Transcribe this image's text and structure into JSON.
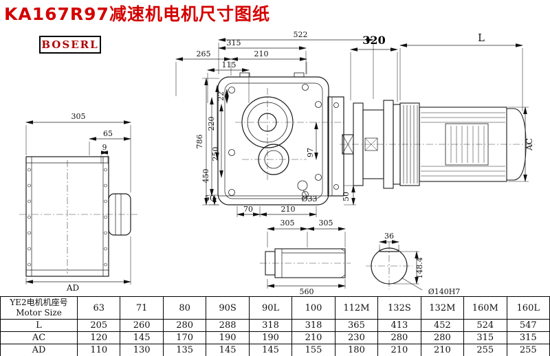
{
  "title": "KA167R97减速机电机尺寸图纸",
  "brand": "BOSERL",
  "colors": {
    "title": "#d40000",
    "brand": "#b00000",
    "line": "#1a1a1a"
  },
  "dims": {
    "d315": "315",
    "d522": "522",
    "d265": "265",
    "d210_top": "210",
    "d115": "115",
    "d786": "786",
    "d450": "450",
    "d220": "220",
    "d250": "250",
    "d22": "22",
    "d97": "97",
    "d50_bl": "50",
    "d70": "70",
    "d210_bot": "210",
    "d33": "Ø33",
    "d50_br": "50",
    "d320": "320",
    "dL": "L",
    "dAC": "AC",
    "d305_side": "305",
    "d65": "65",
    "d9": "9",
    "dAD": "AD",
    "d305_a": "305",
    "d305_b": "305",
    "d560": "560",
    "d36": "36",
    "d148": "148.4",
    "d140": "Ø140H7"
  },
  "table": {
    "row_header_line1": "YE2电机机座号",
    "row_header_line2": "Motor Size",
    "sizes": [
      "63",
      "71",
      "80",
      "90S",
      "90L",
      "100",
      "112M",
      "132S",
      "132M",
      "160M",
      "160L"
    ],
    "rows": [
      {
        "label": "L",
        "values": [
          "205",
          "260",
          "280",
          "288",
          "318",
          "318",
          "365",
          "413",
          "452",
          "524",
          "547"
        ]
      },
      {
        "label": "AC",
        "values": [
          "120",
          "145",
          "170",
          "190",
          "190",
          "210",
          "230",
          "280",
          "280",
          "315",
          "315"
        ]
      },
      {
        "label": "AD",
        "values": [
          "110",
          "130",
          "135",
          "145",
          "145",
          "155",
          "180",
          "210",
          "210",
          "255",
          "255"
        ]
      }
    ]
  }
}
